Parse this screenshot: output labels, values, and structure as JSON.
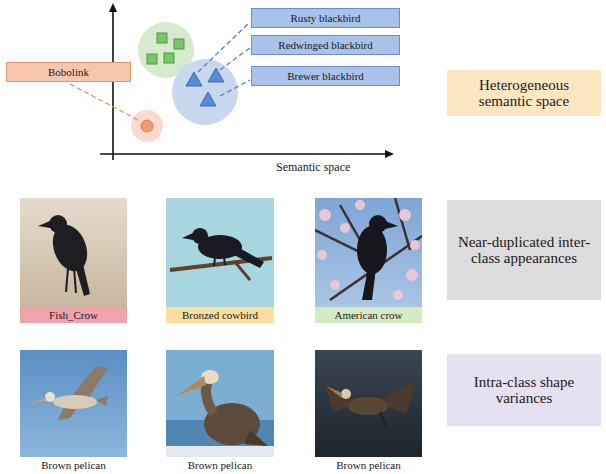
{
  "diagram": {
    "nodes": [
      {
        "text": [
          "Bobolink"
        ]
      },
      {
        "text": [
          "Rusty blackbird"
        ]
      },
      {
        "text": [
          "Redwinged blackbird"
        ]
      },
      {
        "text": [
          "Brewer blackbird"
        ]
      },
      {
        "text": [
          "Heterogeneous semantic space"
        ]
      },
      {
        "text": [
          "Fish_Crow"
        ]
      },
      {
        "text": [
          "Bronzed cowbird"
        ]
      },
      {
        "text": [
          "American crow"
        ]
      },
      {
        "text": [
          "Near-duplicated inter-class appearances"
        ]
      },
      {
        "text": [
          "Brown pelican"
        ]
      },
      {
        "text": [
          "Brown pelican"
        ]
      },
      {
        "text": [
          "Brown pelican"
        ]
      },
      {
        "text": [
          "Intra-class shape variances"
        ]
      }
    ],
    "labels": [
      "Semantic space"
    ]
  }
}
